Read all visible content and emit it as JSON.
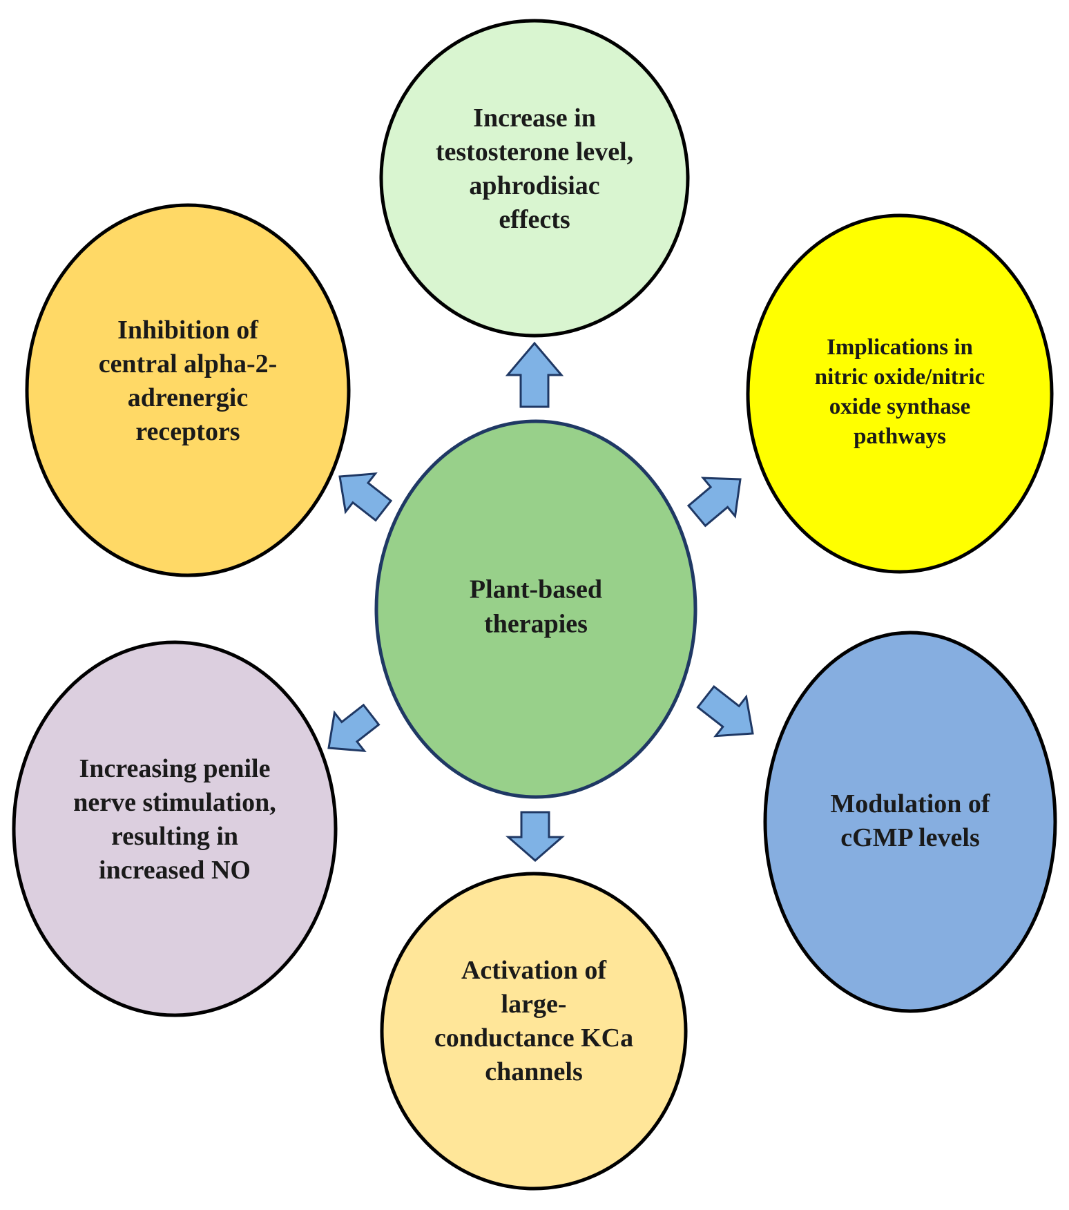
{
  "center": {
    "lines": [
      "Plant-based",
      "therapies"
    ],
    "color": "#98d08a"
  },
  "nodes": [
    {
      "id": "top",
      "lines": [
        "Increase in",
        "testosterone level,",
        "aphrodisiac",
        "effects"
      ],
      "color": "#d9f5d0"
    },
    {
      "id": "top-right",
      "lines": [
        "Implications in",
        "nitric oxide/nitric",
        "oxide synthase",
        "pathways"
      ],
      "color": "#ffff00"
    },
    {
      "id": "bottom-right",
      "lines": [
        "Modulation of",
        "cGMP levels"
      ],
      "color": "#86aee0"
    },
    {
      "id": "bottom",
      "lines": [
        "Activation of",
        "large-",
        "conductance KCa",
        "channels"
      ],
      "color": "#ffe699"
    },
    {
      "id": "bottom-left",
      "lines": [
        "Increasing penile",
        "nerve stimulation,",
        "resulting in",
        "increased NO"
      ],
      "color": "#dccfdf"
    },
    {
      "id": "top-left",
      "lines": [
        "Inhibition of",
        "central alpha-2-",
        "adrenergic",
        "receptors"
      ],
      "color": "#ffd966"
    }
  ],
  "arrow_color": "#7fb2e5"
}
